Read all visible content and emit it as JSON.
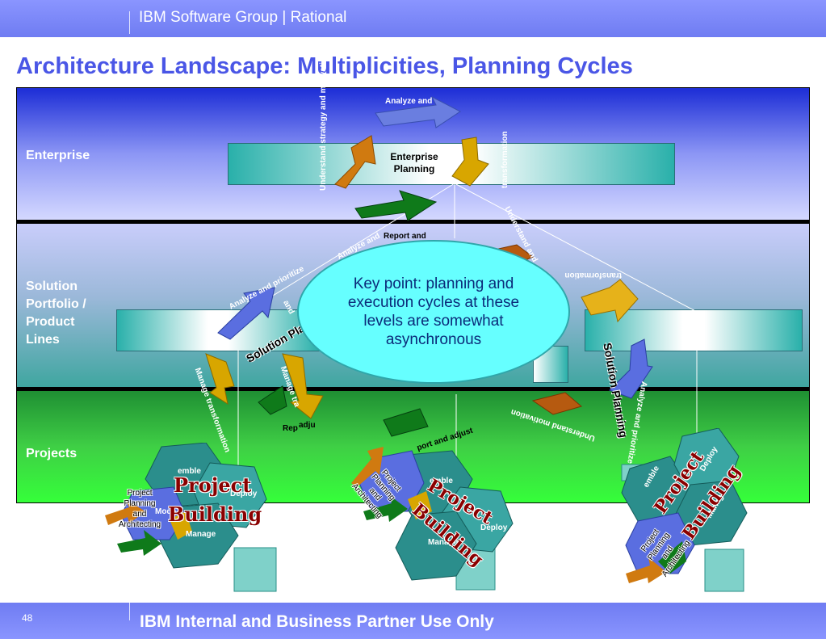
{
  "header": {
    "brand": "IBM Software Group | Rational"
  },
  "title": "Architecture Landscape: Multiplicities, Planning Cycles",
  "bands": {
    "enterprise": "Enterprise",
    "solution_line1": "Solution",
    "solution_line2": "Portfolio /",
    "solution_line3": "Product",
    "solution_line4": "Lines",
    "projects": "Projects"
  },
  "planning": {
    "enterprise_line1": "Enterprise",
    "enterprise_line2": "Planning",
    "solution_left": "Solution Planning",
    "solution_right": "Solution Planning"
  },
  "callout": "Key point: planning and execution cycles at these levels are somewhat asynchronous",
  "arrows": {
    "analyze_top": "Analyze and",
    "understand_strategy": "Understand strategy and motivation",
    "manage_transformation_top": "transformation",
    "report_and": "Report and",
    "analyze_and": "Analyze and",
    "understand_right": "Understand and",
    "transformation_right": "transformation",
    "analyze_prioritize_left": "Analyze and prioritize",
    "and_left": "and",
    "manage_transformation_left": "Manage transformation",
    "manage_tra": "Manage tra",
    "report_adjust_left": "Rep",
    "adju": "adju",
    "report_adjust_proj": "port and adjust",
    "understand_motivation_bottom": "Understand motivation",
    "analyze_prioritize_right": "Analyze and prioritize"
  },
  "clusters": {
    "project_building_1": "Project",
    "project_building_2": "Building",
    "ppa_line1": "Project",
    "ppa_line2": "Planning",
    "ppa_line3": "and",
    "ppa_line4": "Architecting",
    "assemble": "emble",
    "deploy": "Deploy",
    "manage": "Manage",
    "model": "Mode"
  },
  "footer": {
    "page": "48",
    "notice": "IBM Internal and Business Partner Use Only"
  },
  "colors": {
    "bar": "#7a86f5",
    "title": "#4a56e6",
    "callout": "#66ffff",
    "enterprise_band": "#1c2dd6",
    "projects_band": "#35ff3a"
  }
}
